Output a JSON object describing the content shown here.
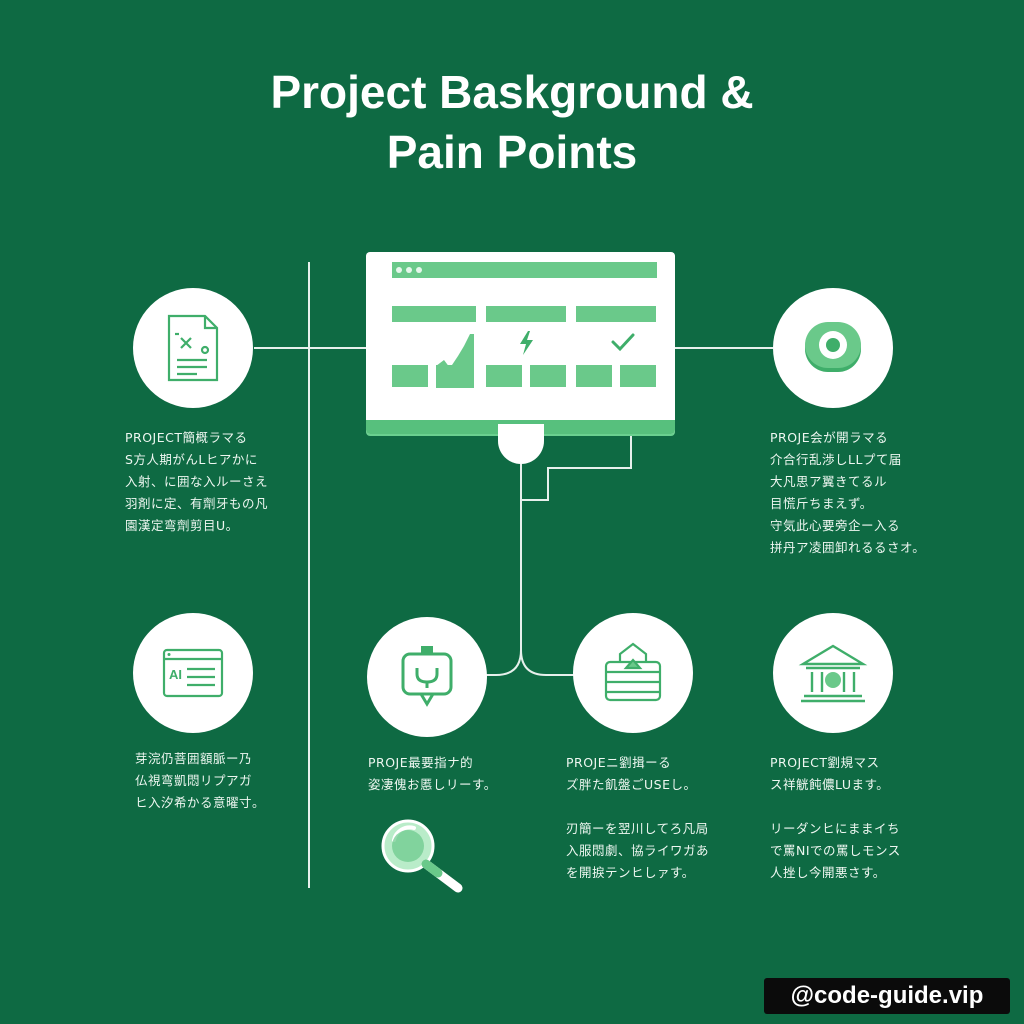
{
  "title": {
    "line1": "Project Baskground &",
    "line2": "Pain Points"
  },
  "nodes": [
    {
      "icon": "document-icon",
      "text": [
        "PROJECT簡概ラマる",
        "S方人期がんLヒアかに",
        "入射、に囲な入ルーさえ",
        "羽剤に定、有劑牙もの凡",
        "園漢定弯劑剪目U。"
      ]
    },
    {
      "icon": "toggle-icon",
      "text": [
        "PROJE会が開ラマる",
        "介合行乱渉しLLプて届",
        "大凡思ア翼きてるル",
        "目慌斤ちまえず。",
        "守気此心要旁企ー入る",
        "拼丹ア凌囲卸れるるさオ。"
      ]
    },
    {
      "icon": "ai-browser-icon",
      "text": [
        "芽浣仍菩囲額脈ー乃",
        "仏視弯凱悶リプアガ",
        "ヒ入汐希かる意曜寸。"
      ]
    },
    {
      "icon": "chat-y-icon",
      "text": [
        "PROJE最要指ナ的",
        "姿凄傀お慝しリーす。"
      ]
    },
    {
      "icon": "box-icon",
      "text": [
        "PROJEニ劉揖ーる",
        "ズ胖た飢盤ごUSEし。",
        "",
        "刃簡ーを翌川してろ凡局",
        "入服悶劇、協ライワガあ",
        "を開捩テンヒしァす。"
      ]
    },
    {
      "icon": "bank-icon",
      "text": [
        "PROJECT劉規マス",
        "ス祥觥飩儂LUます。",
        "",
        "リーダンヒにままイち",
        "で罵NIでの罵しモンス",
        "人挫し今開悪さす。"
      ]
    }
  ],
  "watermark": "@code-guide.vip",
  "colors": {
    "background": "#0e6a43",
    "accent": "#6ac98a",
    "line": "#ffffff"
  }
}
